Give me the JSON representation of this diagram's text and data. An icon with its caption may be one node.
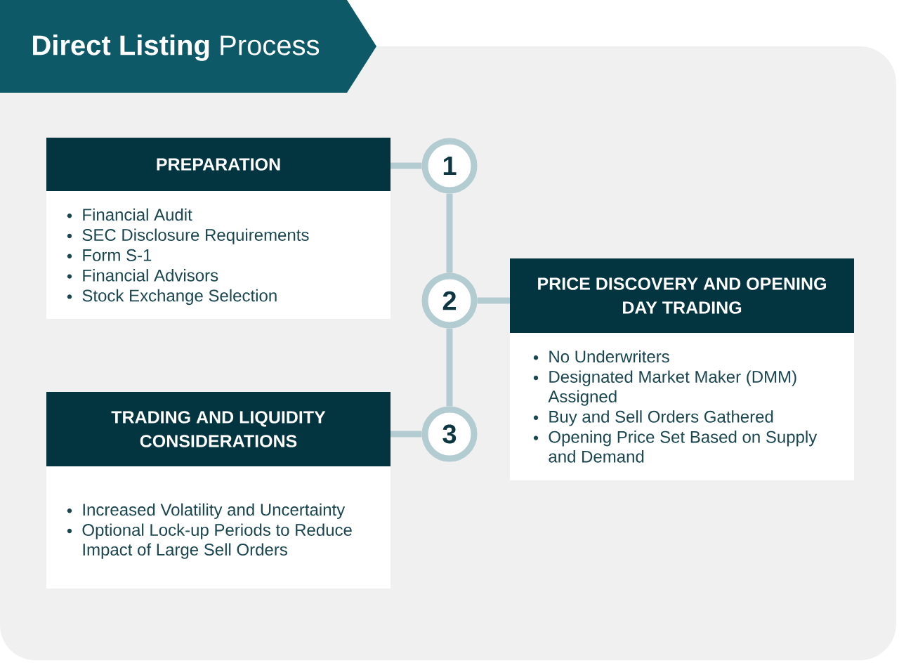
{
  "diagram": {
    "title": "**Direct Listing** Process",
    "nodes": [
      {
        "text": [
          "PREPARATION",
          "Financial Audit",
          "SEC Disclosure Requirements",
          "Form S-1",
          "Financial Advisors",
          "Stock Exchange Selection"
        ]
      },
      {
        "text": [
          "1"
        ]
      },
      {
        "text": [
          "2"
        ]
      },
      {
        "text": [
          "PRICE DISCOVERY AND OPENING DAY TRADING",
          "No Underwriters",
          "Designated Market Maker (DMM) Assigned",
          "Buy and Sell Orders Gathered",
          "Opening Price Set Based on Supply and Demand"
        ]
      },
      {
        "text": [
          "3"
        ]
      },
      {
        "text": [
          "TRADING AND LIQUIDITY CONSIDERATIONS",
          "Increased Volatility and Uncertainty",
          "Optional Lock-up Periods to Reduce Impact of Large Sell Orders"
        ]
      }
    ],
    "edges": [
      {
        "from": 0,
        "to": 1,
        "arrow": "none"
      },
      {
        "from": 1,
        "to": 2,
        "arrow": "none"
      },
      {
        "from": 2,
        "to": 3,
        "arrow": "none"
      },
      {
        "from": 2,
        "to": 4,
        "arrow": "none"
      },
      {
        "from": 4,
        "to": 5,
        "arrow": "none"
      }
    ]
  }
}
